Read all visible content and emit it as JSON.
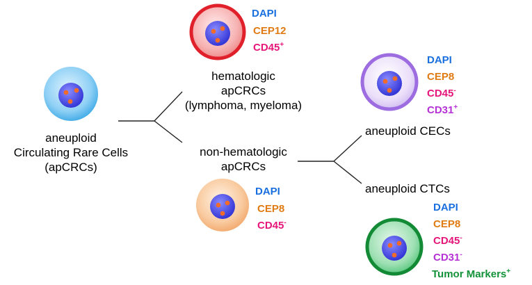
{
  "colors": {
    "dapi": "#1a6fe0",
    "cep": "#e07a12",
    "cd45": "#e6157a",
    "cd31": "#b531d6",
    "tumor": "#14923a",
    "nucleus": "#4a4ae0",
    "dots": "#f26b2a",
    "ring_red": "#e0202a",
    "ring_purple": "#9c6ce0",
    "ring_green": "#138a35"
  },
  "root": {
    "lines": [
      "aneuploid",
      "Circulating Rare Cells",
      "(apCRCs)"
    ]
  },
  "hematologic": {
    "lines": [
      "hematologic",
      "apCRCs",
      "(lymphoma, myeloma)"
    ],
    "markers": {
      "dapi": "DAPI",
      "cep": "CEP12",
      "cd45": {
        "text": "CD45",
        "sign": "+"
      }
    }
  },
  "non_hematologic": {
    "lines": [
      "non-hematologic",
      "apCRCs"
    ],
    "markers": {
      "dapi": "DAPI",
      "cep": "CEP8",
      "cd45": {
        "text": "CD45",
        "sign": "-"
      }
    }
  },
  "cecs": {
    "label": "aneuploid CECs",
    "markers": {
      "dapi": "DAPI",
      "cep": "CEP8",
      "cd45": {
        "text": "CD45",
        "sign": "-"
      },
      "cd31": {
        "text": "CD31",
        "sign": "+"
      }
    }
  },
  "ctcs": {
    "label": "aneuploid CTCs",
    "markers": {
      "dapi": "DAPI",
      "cep": "CEP8",
      "cd45": {
        "text": "CD45",
        "sign": "-"
      },
      "cd31": {
        "text": "CD31",
        "sign": "-"
      },
      "tumor": {
        "text": "Tumor Markers",
        "sign": "+"
      }
    }
  }
}
